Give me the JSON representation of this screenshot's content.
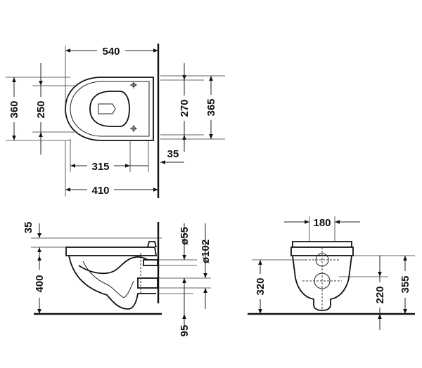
{
  "dimensions": {
    "top_width": "540",
    "top_left_outer": "360",
    "top_left_inner": "250",
    "top_right_inner": "270",
    "top_right_outer": "365",
    "top_bottom_a": "315",
    "top_bottom_b": "410",
    "top_right_small": "35",
    "side_top": "35",
    "side_height": "400",
    "side_bottom": "95",
    "side_pipe_a": "ø55",
    "side_pipe_b": "ø102",
    "front_width": "180",
    "front_left": "320",
    "front_right_inner": "220",
    "front_right_outer": "355"
  }
}
